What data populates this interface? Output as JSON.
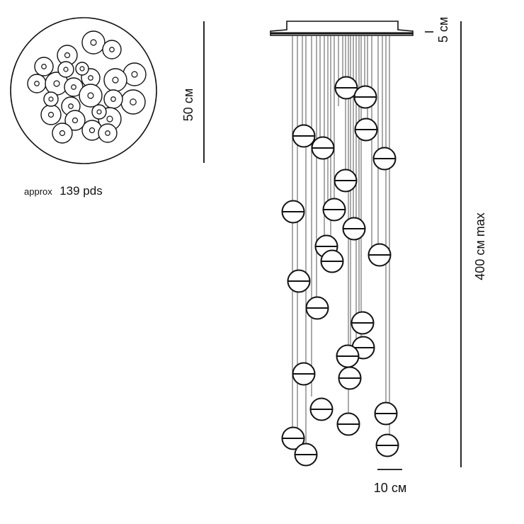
{
  "top_view": {
    "caption_prefix": "approx",
    "caption_count": "139 pds"
  },
  "dimensions": {
    "diameter": "50 см",
    "canopy_height": "5 см",
    "max_length": "400 см max",
    "sphere_diameter": "10 см"
  },
  "colors": {
    "line": "#111111",
    "fill": "#ffffff",
    "wire": "#555555"
  }
}
